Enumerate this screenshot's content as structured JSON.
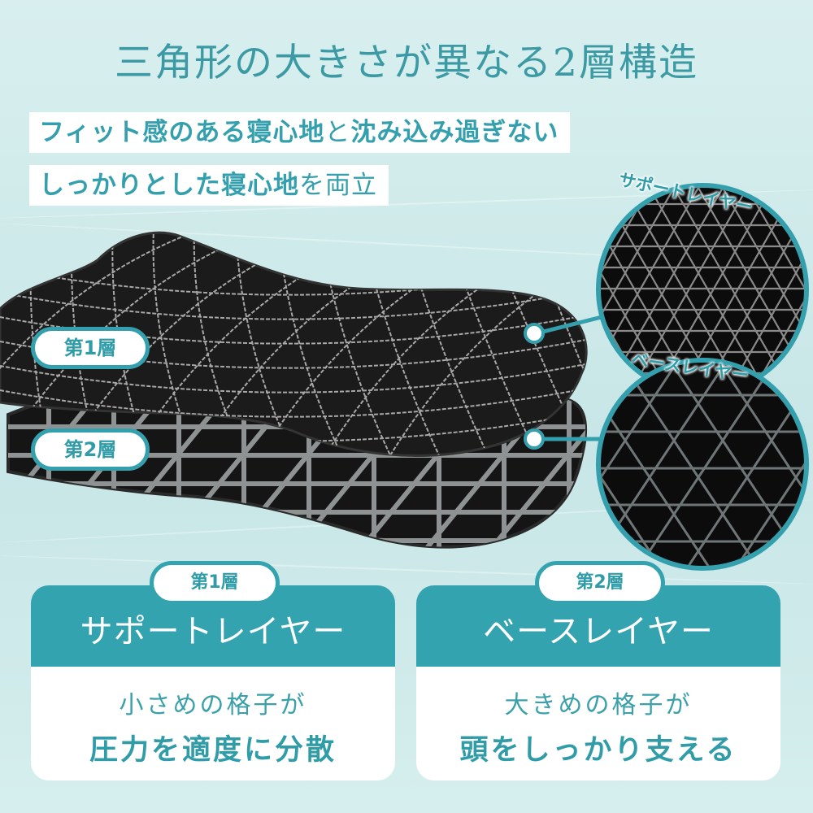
{
  "title": "三角形の大きさが異なる2層構造",
  "subtitle": {
    "line1_bold_a": "フィット感のある寝心地",
    "line1_thin": "と",
    "line1_bold_b": "沈み込み過ぎない",
    "line2_bold": "しっかりとした寝心地",
    "line2_thin": "を両立"
  },
  "illustration": {
    "layer1_tag": "第1層",
    "layer2_tag": "第2層",
    "circle_top_label": "サポートレイヤー",
    "circle_bottom_label": "ベースレイヤー"
  },
  "cards": [
    {
      "tag": "第1層",
      "heading": "サポートレイヤー",
      "line1": "小さめの格子が",
      "line2": "圧力を適度に分散"
    },
    {
      "tag": "第2層",
      "heading": "ベースレイヤー",
      "line1": "大きめの格子が",
      "line2": "頭をしっかり支える"
    }
  ],
  "colors": {
    "accent": "#34a3b0",
    "background": "#cfeaea",
    "pillow": "#1a1a1a",
    "grid": "#9a9a9a"
  }
}
